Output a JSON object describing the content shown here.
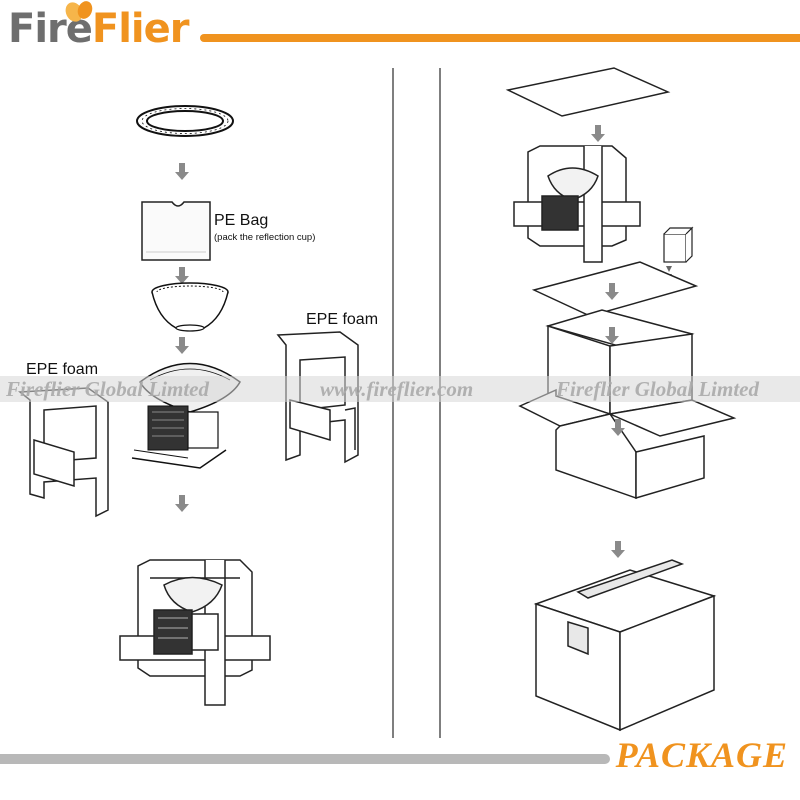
{
  "brand": {
    "fire": "Fire",
    "flier": "Flier"
  },
  "heading": "PACKAGE",
  "watermarks": {
    "left": "Fireflier Global Limted",
    "center": "www.fireflier.com",
    "right": "Fireflier Global Limted"
  },
  "labels": {
    "pe_bag": "PE Bag",
    "pe_bag_note": "(pack the reflection cup)",
    "epe_foam_right": "EPE foam",
    "epe_foam_left": "EPE foam"
  },
  "colors": {
    "accent": "#f0931f",
    "logo_gray": "#6e6e6e",
    "rule_gray": "#b8b8b8",
    "line": "#222222"
  }
}
